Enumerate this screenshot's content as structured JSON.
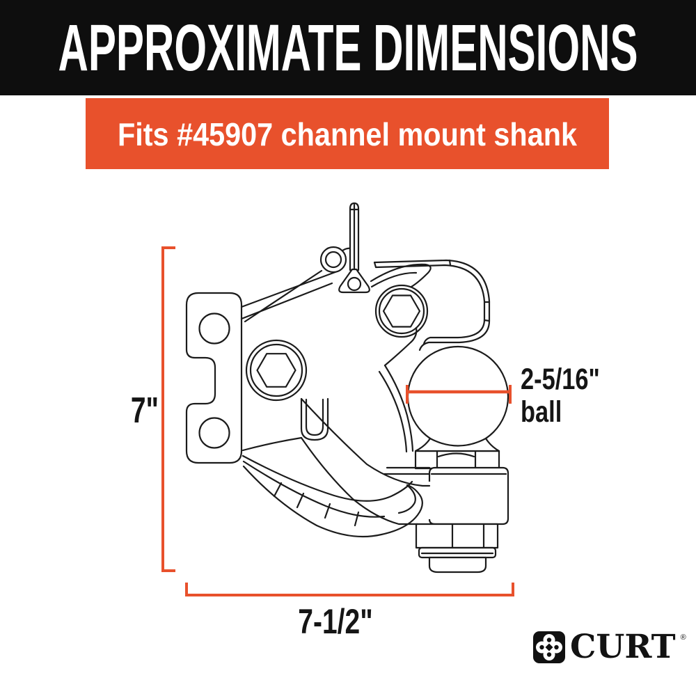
{
  "header": {
    "title": "APPROXIMATE DIMENSIONS"
  },
  "subheader": {
    "text": "Fits #45907 channel mount shank"
  },
  "dimensions": {
    "height_label": "7\"",
    "width_label": "7-1/2\"",
    "ball_diameter": "2-5/16\"",
    "ball_word": "ball"
  },
  "brand": {
    "name": "CURT",
    "trademark": "®"
  },
  "colors": {
    "accent_orange": "#E8512C",
    "banner_black": "#0E0E0E",
    "line_color": "#1B1B1B",
    "paper_white": "#FFFFFF"
  }
}
